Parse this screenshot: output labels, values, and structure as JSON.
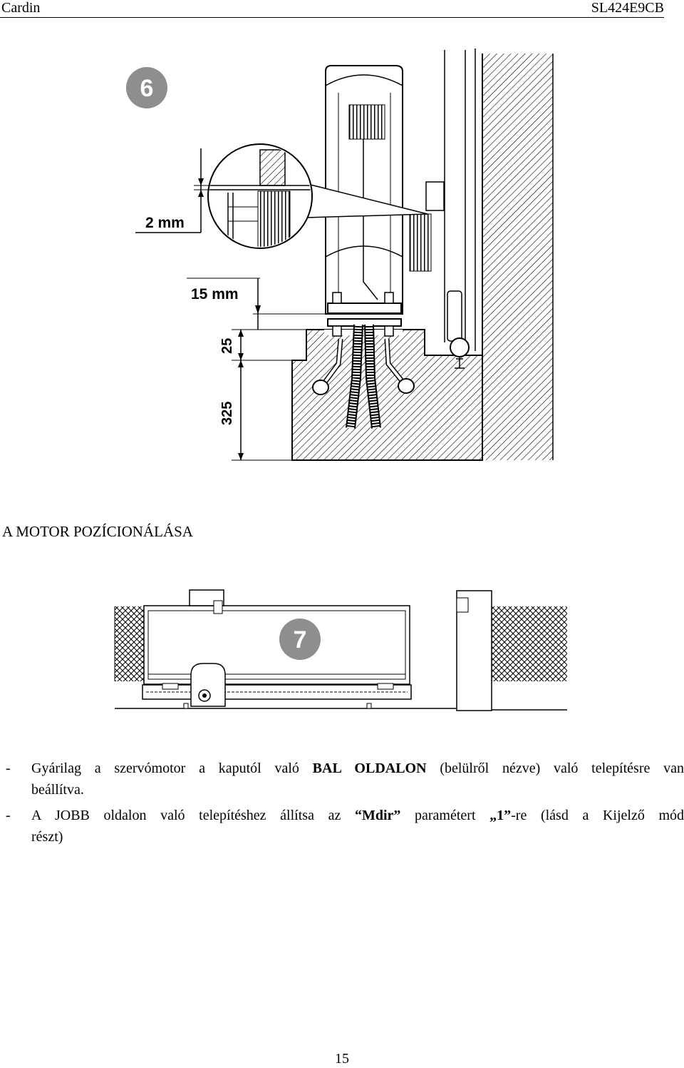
{
  "header": {
    "left": "Cardin",
    "right": "SL424E9CB"
  },
  "figure6": {
    "badge": "6",
    "dim_gap": "2 mm",
    "dim_top": "15 mm",
    "dim_upper": "25",
    "dim_lower": "325"
  },
  "section_title": "A MOTOR POZÍCIONÁLÁSA",
  "figure7": {
    "badge": "7"
  },
  "bullets": [
    {
      "dash": "-",
      "l1_a": "Gyárilag a szervómotor a kaputól való ",
      "l1_b": "BAL OLDALON",
      "l1_c": " (belülről nézve) való telepítésre van",
      "l2": "beállítva."
    },
    {
      "dash": "-",
      "l1_a": "A JOBB oldalon való telepítéshez állítsa az ",
      "l1_b": "“Mdir”",
      "l1_c": " paramétert ",
      "l1_d": "„1”",
      "l1_e": "-re (lásd a Kijelző mód",
      "l2": "részt)"
    }
  ],
  "page_number": "15",
  "colors": {
    "badge_fill": "#8e8e8e",
    "line": "#000000"
  }
}
